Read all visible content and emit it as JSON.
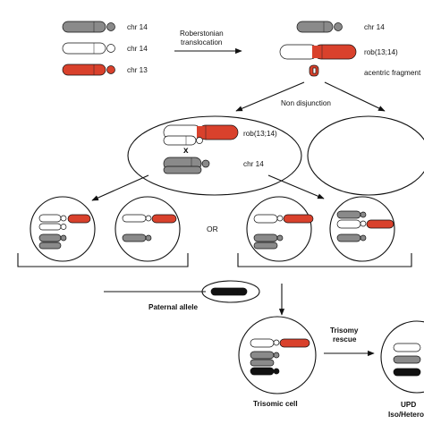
{
  "labels": {
    "chr14_a": "chr 14",
    "chr14_b": "chr 14",
    "chr13": "chr 13",
    "translocation_line1": "Roberstonian",
    "translocation_line2": "translocation",
    "chr14_c": "chr 14",
    "rob": "rob(13;14)",
    "acentric": "acentric fragment",
    "nondisjunction": "Non disjunction",
    "rob_mid": "rob(13;14)",
    "chr14_mid": "chr 14",
    "cross": "x",
    "or": "OR",
    "paternal": "Paternal allele",
    "trisomy1": "Trisomy",
    "trisomy2": "rescue",
    "trisomic": "Trisomic cell",
    "upd": "UPD",
    "iso": "Iso/Hetero"
  },
  "colors": {
    "grey": "#8a8a8a",
    "white": "#ffffff",
    "red": "#d9412c",
    "black": "#111111"
  }
}
